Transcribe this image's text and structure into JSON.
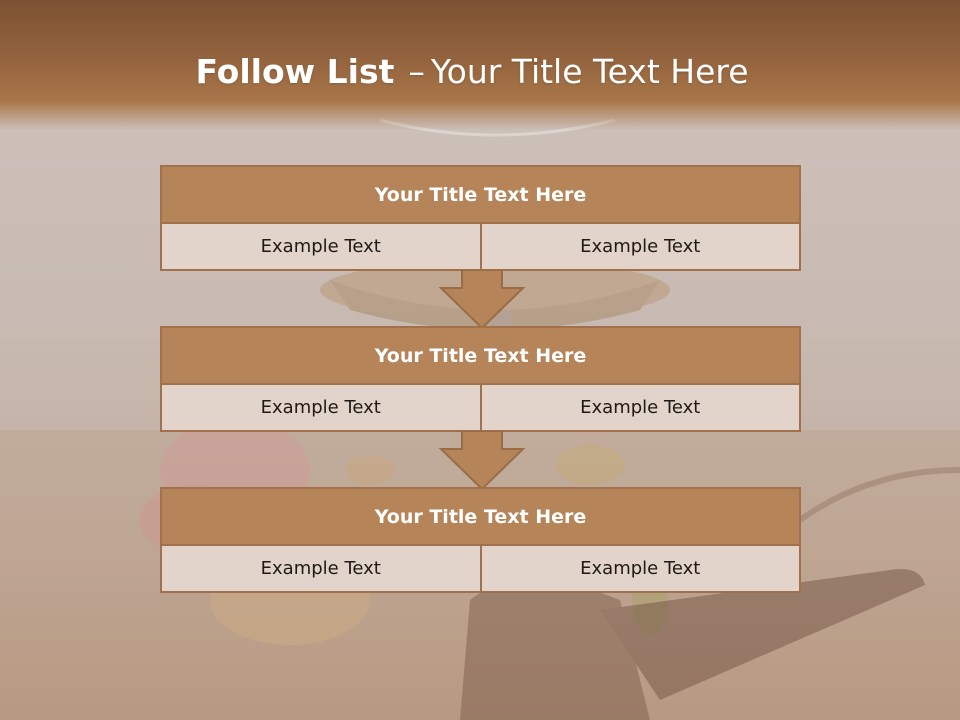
{
  "slide": {
    "title_bold": "Follow List",
    "title_separator": "–",
    "title_rest": "Your Title Text Here"
  },
  "blocks": [
    {
      "title": "Your Title Text Here",
      "cells": [
        "Example Text",
        "Example Text"
      ]
    },
    {
      "title": "Your Title Text Here",
      "cells": [
        "Example Text",
        "Example Text"
      ]
    },
    {
      "title": "Your Title Text Here",
      "cells": [
        "Example Text",
        "Example Text"
      ]
    }
  ],
  "colors": {
    "header_band": "#93633e",
    "block_title_fill": "#b58459",
    "block_border": "#a0714a",
    "cell_fill": "#e2d3cb",
    "arrow_fill": "#b58459"
  },
  "icons": [
    "down-arrow-icon",
    "down-arrow-icon"
  ]
}
